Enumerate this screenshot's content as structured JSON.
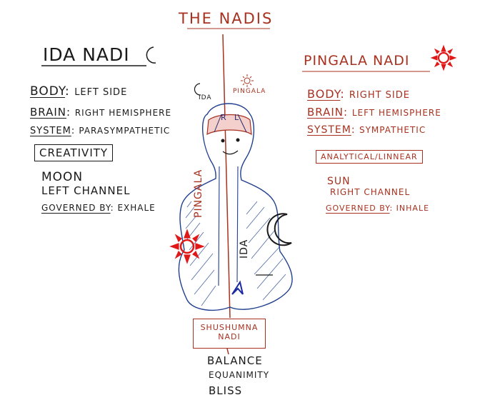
{
  "title": "The Nadis",
  "ida": {
    "heading": "Ida Nadi",
    "symbol_icon": "crescent-moon-icon",
    "body_label": "Body",
    "body_value": "Left Side",
    "brain_label": "Brain",
    "brain_value": "Right Hemisphere",
    "system_label": "System",
    "system_value": "Parasympathetic",
    "quality": "Creativity",
    "line1": "Moon",
    "line2": "Left Channel",
    "governed_label": "Governed By",
    "governed_value": "Exhale"
  },
  "pingala": {
    "heading": "Pingala Nadi",
    "symbol_icon": "sun-icon",
    "body_label": "Body",
    "body_value": "Right Side",
    "brain_label": "Brain",
    "brain_value": "Left Hemisphere",
    "system_label": "System",
    "system_value": "Sympathetic",
    "quality": "Analytical/Linnear",
    "line1": "Sun",
    "line2": "Right Channel",
    "governed_label": "Governed By",
    "governed_value": "Inhale"
  },
  "figure": {
    "ida_tag": "Ida",
    "pingala_tag": "Pingala",
    "head_r": "R",
    "head_l": "L",
    "channel_pingala": "Pingala",
    "channel_ida": "Ida"
  },
  "center": {
    "box_line1": "Shushumna",
    "box_line2": "Nadi",
    "line1": "Balance",
    "line2": "Equanimity",
    "line3": "Bliss"
  },
  "colors": {
    "ink": "#1a1a1a",
    "red": "#a8311f",
    "bright_red": "#e01818",
    "blue": "#1c2aa0"
  }
}
